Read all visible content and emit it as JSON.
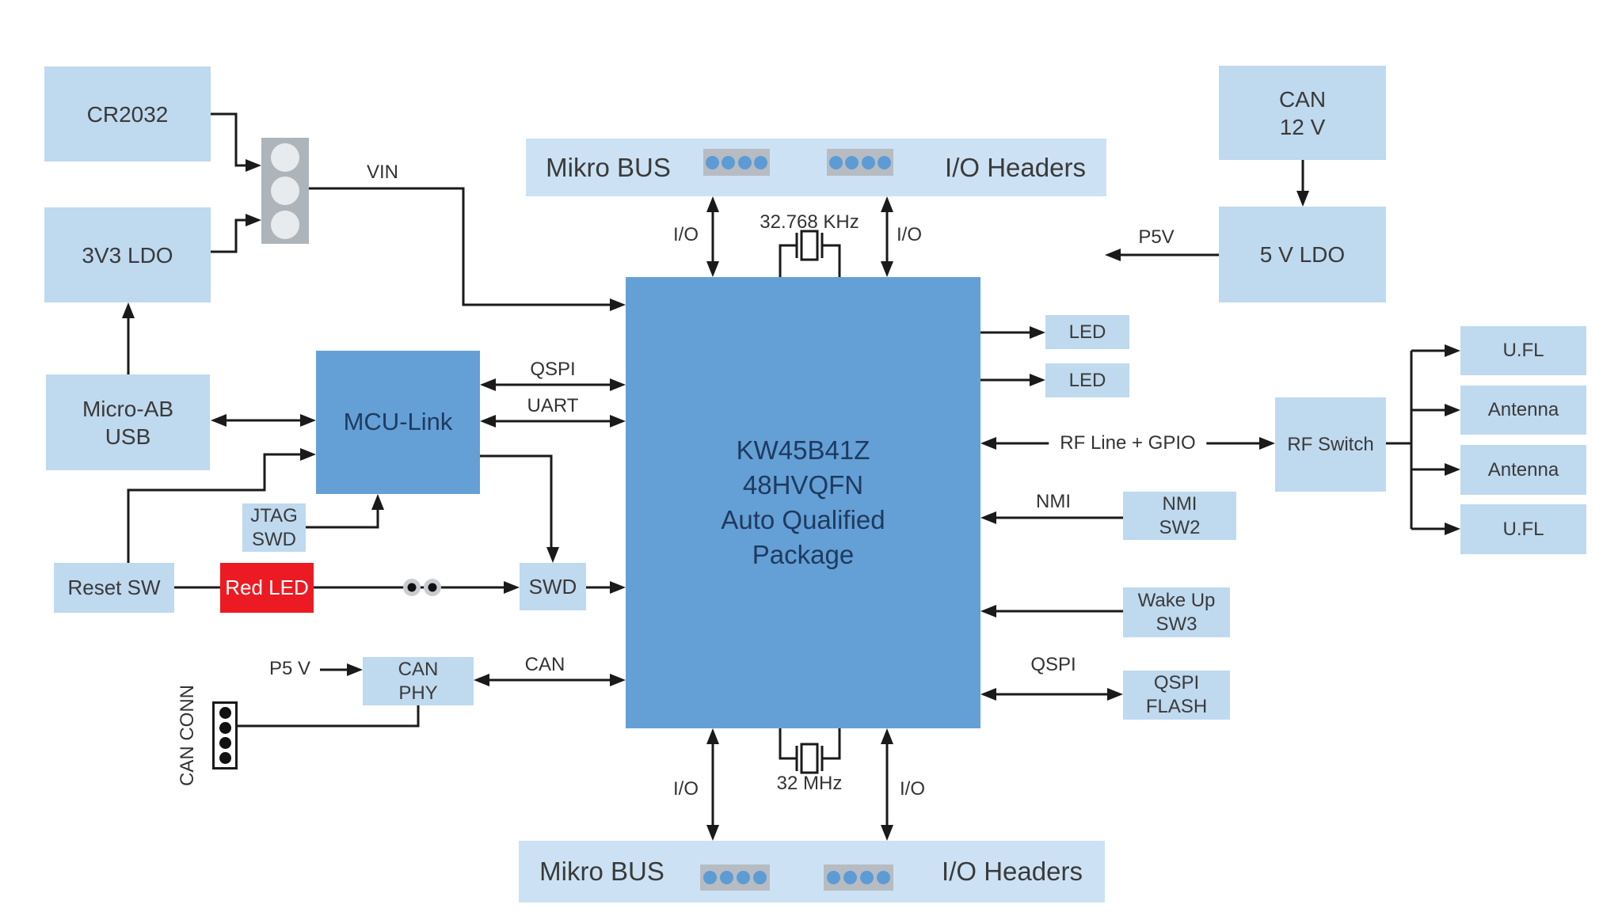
{
  "colors": {
    "box_blue": "#BFD9EF",
    "bar_blue": "#CCE2F4",
    "chip_blue": "#64A0D6",
    "red": "#EC1B23",
    "connector_gray": "#AEB5BA",
    "strip_gray": "#B6BCC2",
    "dot_blue": "#5D9BD5",
    "wire_black": "#1A1A1A",
    "text_gray": "#3A3A3A",
    "chip_text_navy": "#1F3A60"
  },
  "blocks": {
    "cr2032": "CR2032",
    "ldo_3v3": "3V3 LDO",
    "usb": "Micro-AB\nUSB",
    "mcu_link": "MCU-Link",
    "jtag_swd": "JTAG\nSWD",
    "reset_sw": "Reset SW",
    "red_led": "Red LED",
    "swd": "SWD",
    "can_phy": "CAN\nPHY",
    "chip": "KW45B41Z\n48HVQFN\nAuto Qualified\nPackage",
    "can_12v": "CAN\n12 V",
    "ldo_5v": "5 V LDO",
    "led_top": "LED",
    "led_bottom": "LED",
    "rf_switch": "RF Switch",
    "nmi_sw2": "NMI\nSW2",
    "wakeup_sw3": "Wake Up\nSW3",
    "qspi_flash": "QSPI\nFLASH",
    "rf_out_1": "U.FL",
    "rf_out_2": "Antenna",
    "rf_out_3": "Antenna",
    "rf_out_4": "U.FL"
  },
  "bars": {
    "top": {
      "left": "Mikro BUS",
      "right": "I/O Headers"
    },
    "bottom": {
      "left": "Mikro BUS",
      "right": "I/O Headers"
    }
  },
  "wire_labels": {
    "vin": "VIN",
    "qspi_mcu": "QSPI",
    "uart": "UART",
    "io_top_left": "I/O",
    "io_top_right": "I/O",
    "io_bottom_left": "I/O",
    "io_bottom_right": "I/O",
    "xtal_top": "32.768 KHz",
    "xtal_bottom": "32 MHz",
    "p5v_out": "P5V",
    "p5v_in": "P5 V",
    "rf_line": "RF Line + GPIO",
    "nmi": "NMI",
    "qspi_flash": "QSPI",
    "can": "CAN",
    "can_conn": "CAN CONN"
  }
}
